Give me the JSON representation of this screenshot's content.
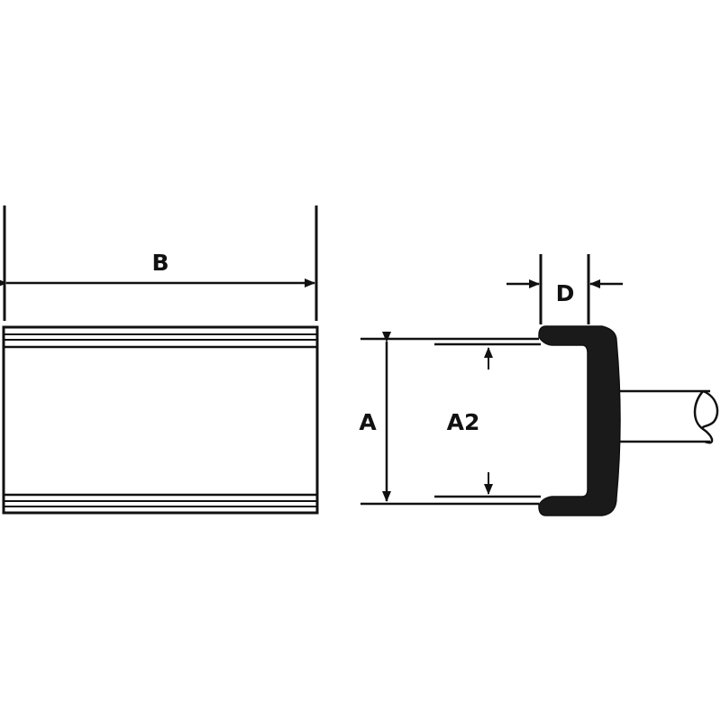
{
  "labels": {
    "b": "B",
    "a": "A",
    "a2": "A2",
    "d": "D"
  },
  "colors": {
    "line": "#111111",
    "fill": "#1a1a1a",
    "background": "#ffffff"
  }
}
